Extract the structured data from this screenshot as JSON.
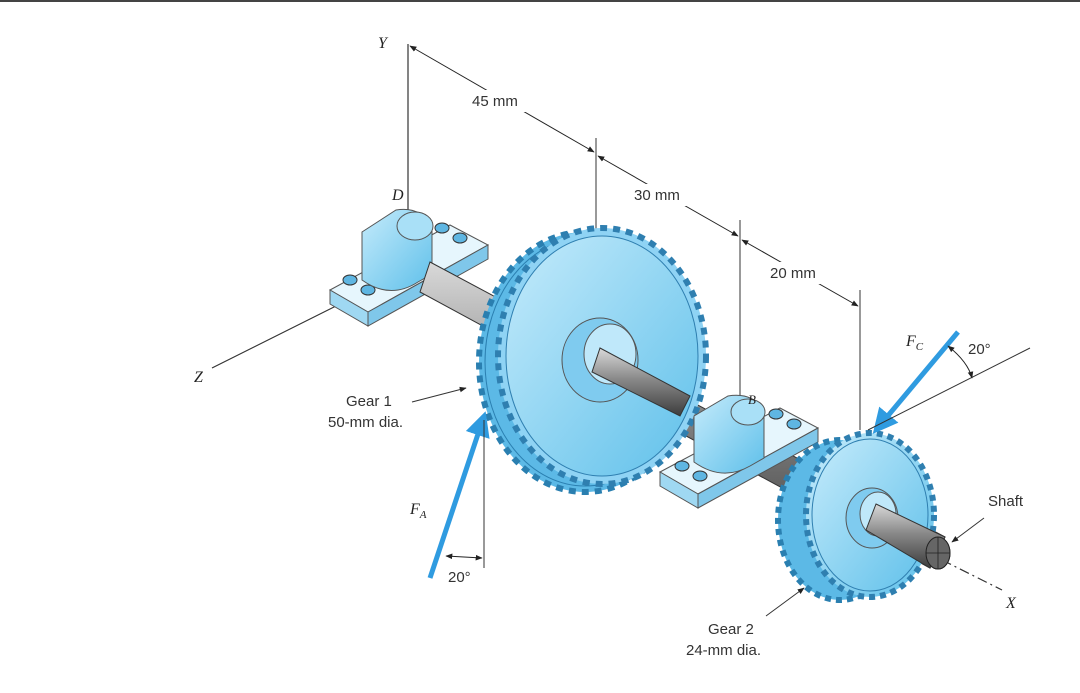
{
  "diagram": {
    "axes": {
      "y": "Y",
      "z": "Z",
      "x": "X"
    },
    "dimensions": {
      "d1": "45 mm",
      "d2": "30 mm",
      "d3": "20 mm"
    },
    "points": {
      "d": "D",
      "b": "B"
    },
    "gear1": {
      "line1": "Gear 1",
      "line2": "50-mm dia."
    },
    "gear2": {
      "line1": "Gear 2",
      "line2": "24-mm dia."
    },
    "shaft": "Shaft",
    "forces": {
      "fa": "F",
      "fa_sub": "A",
      "fc": "F",
      "fc_sub": "C"
    },
    "angles": {
      "a": "20°",
      "c": "20°"
    },
    "colors": {
      "part": "#8fd3f4",
      "part_dark": "#4fb3e3",
      "force": "#2f9be0",
      "shaft": "#8a8a8a"
    }
  }
}
